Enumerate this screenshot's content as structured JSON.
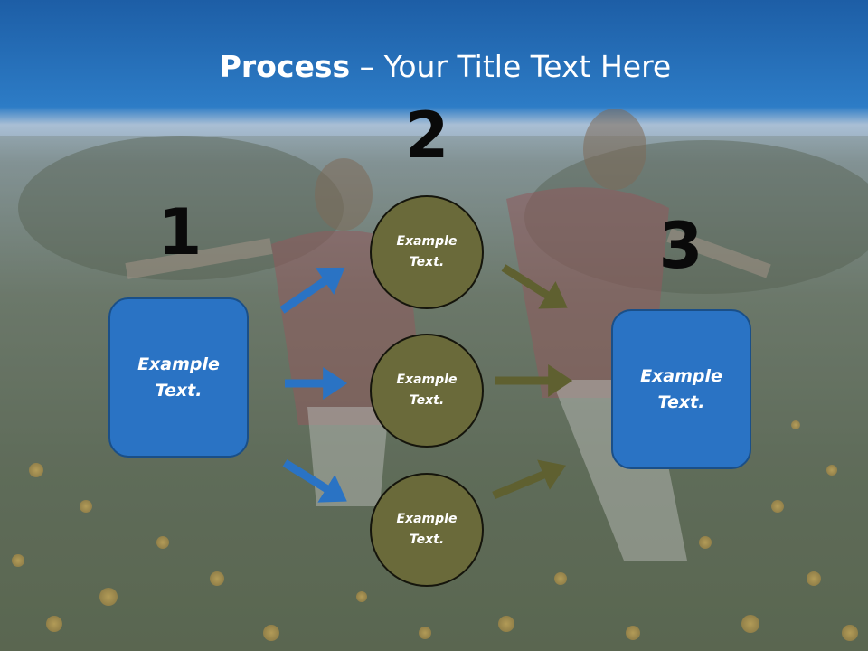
{
  "title": {
    "bold": "Process",
    "rest": " – Your Title Text Here"
  },
  "steps": [
    {
      "number": "1",
      "box_text": "Example\nText."
    },
    {
      "number": "2"
    },
    {
      "number": "3",
      "box_text": "Example\nText."
    }
  ],
  "circles": [
    {
      "text": "Example\nText."
    },
    {
      "text": "Example\nText."
    },
    {
      "text": "Example\nText."
    }
  ],
  "colors": {
    "box_fill": "#2a73c4",
    "circle_fill": "#6a6a3a",
    "blue_arrow": "#2a73c4",
    "olive_arrow": "#5f6030",
    "title_band": "#1d5ea6"
  }
}
